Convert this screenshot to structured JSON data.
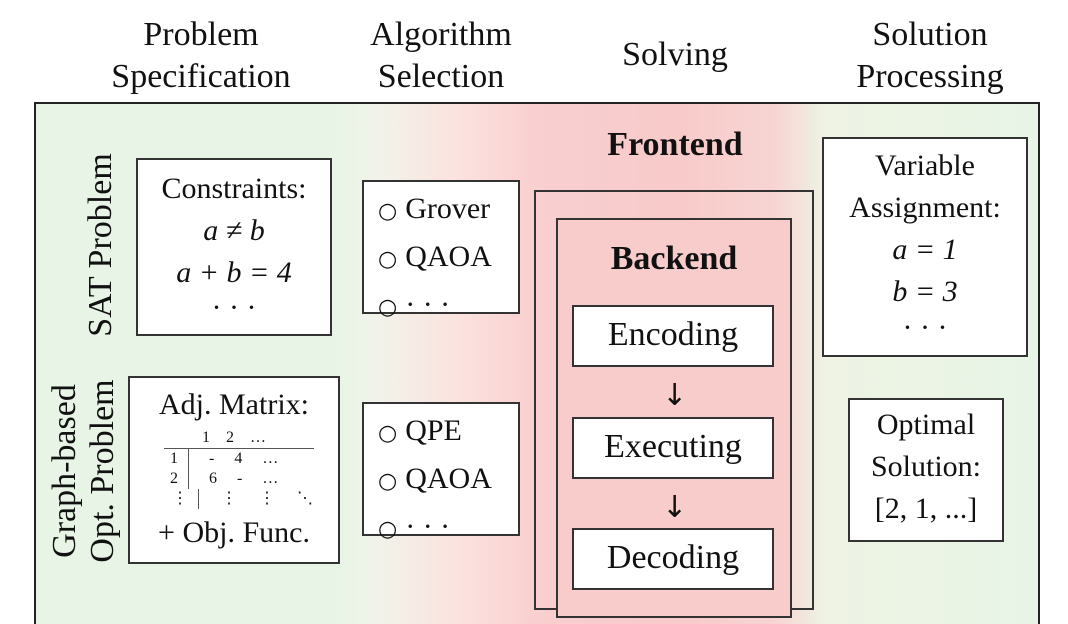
{
  "headers": {
    "problem_spec": "Problem\nSpecification",
    "algorithm_selection": "Algorithm\nSelection",
    "solving": "Solving",
    "solution_processing": "Solution\nProcessing"
  },
  "rows": {
    "sat_label": "SAT Problem",
    "graph_label": "Graph-based\nOpt. Problem"
  },
  "sat": {
    "constraints_title": "Constraints:",
    "constraint_1": "a ≠ b",
    "constraint_2": "a + b = 4",
    "constraint_more": "· · ·",
    "algorithms": [
      "Grover",
      "QAOA",
      "· · ·"
    ],
    "result_title": "Variable\nAssignment:",
    "result_1": "a = 1",
    "result_2": "b = 3",
    "result_more": "· · ·"
  },
  "graph": {
    "matrix_title": "Adj. Matrix:",
    "matrix_header": [
      "1",
      "2",
      "…"
    ],
    "matrix_rows": [
      [
        "1",
        "-",
        "4",
        "…"
      ],
      [
        "2",
        "6",
        "-",
        "…"
      ],
      [
        "⋮",
        "⋮",
        "⋮",
        "⋱"
      ]
    ],
    "objective": "+ Obj. Func.",
    "algorithms": [
      "QPE",
      "QAOA",
      "· · ·"
    ],
    "result_title": "Optimal\nSolution:",
    "result_value": "[2, 1, ...]"
  },
  "solving": {
    "frontend_label": "Frontend",
    "backend_label": "Backend",
    "steps": [
      "Encoding",
      "Executing",
      "Decoding"
    ],
    "arrow": "↓"
  }
}
